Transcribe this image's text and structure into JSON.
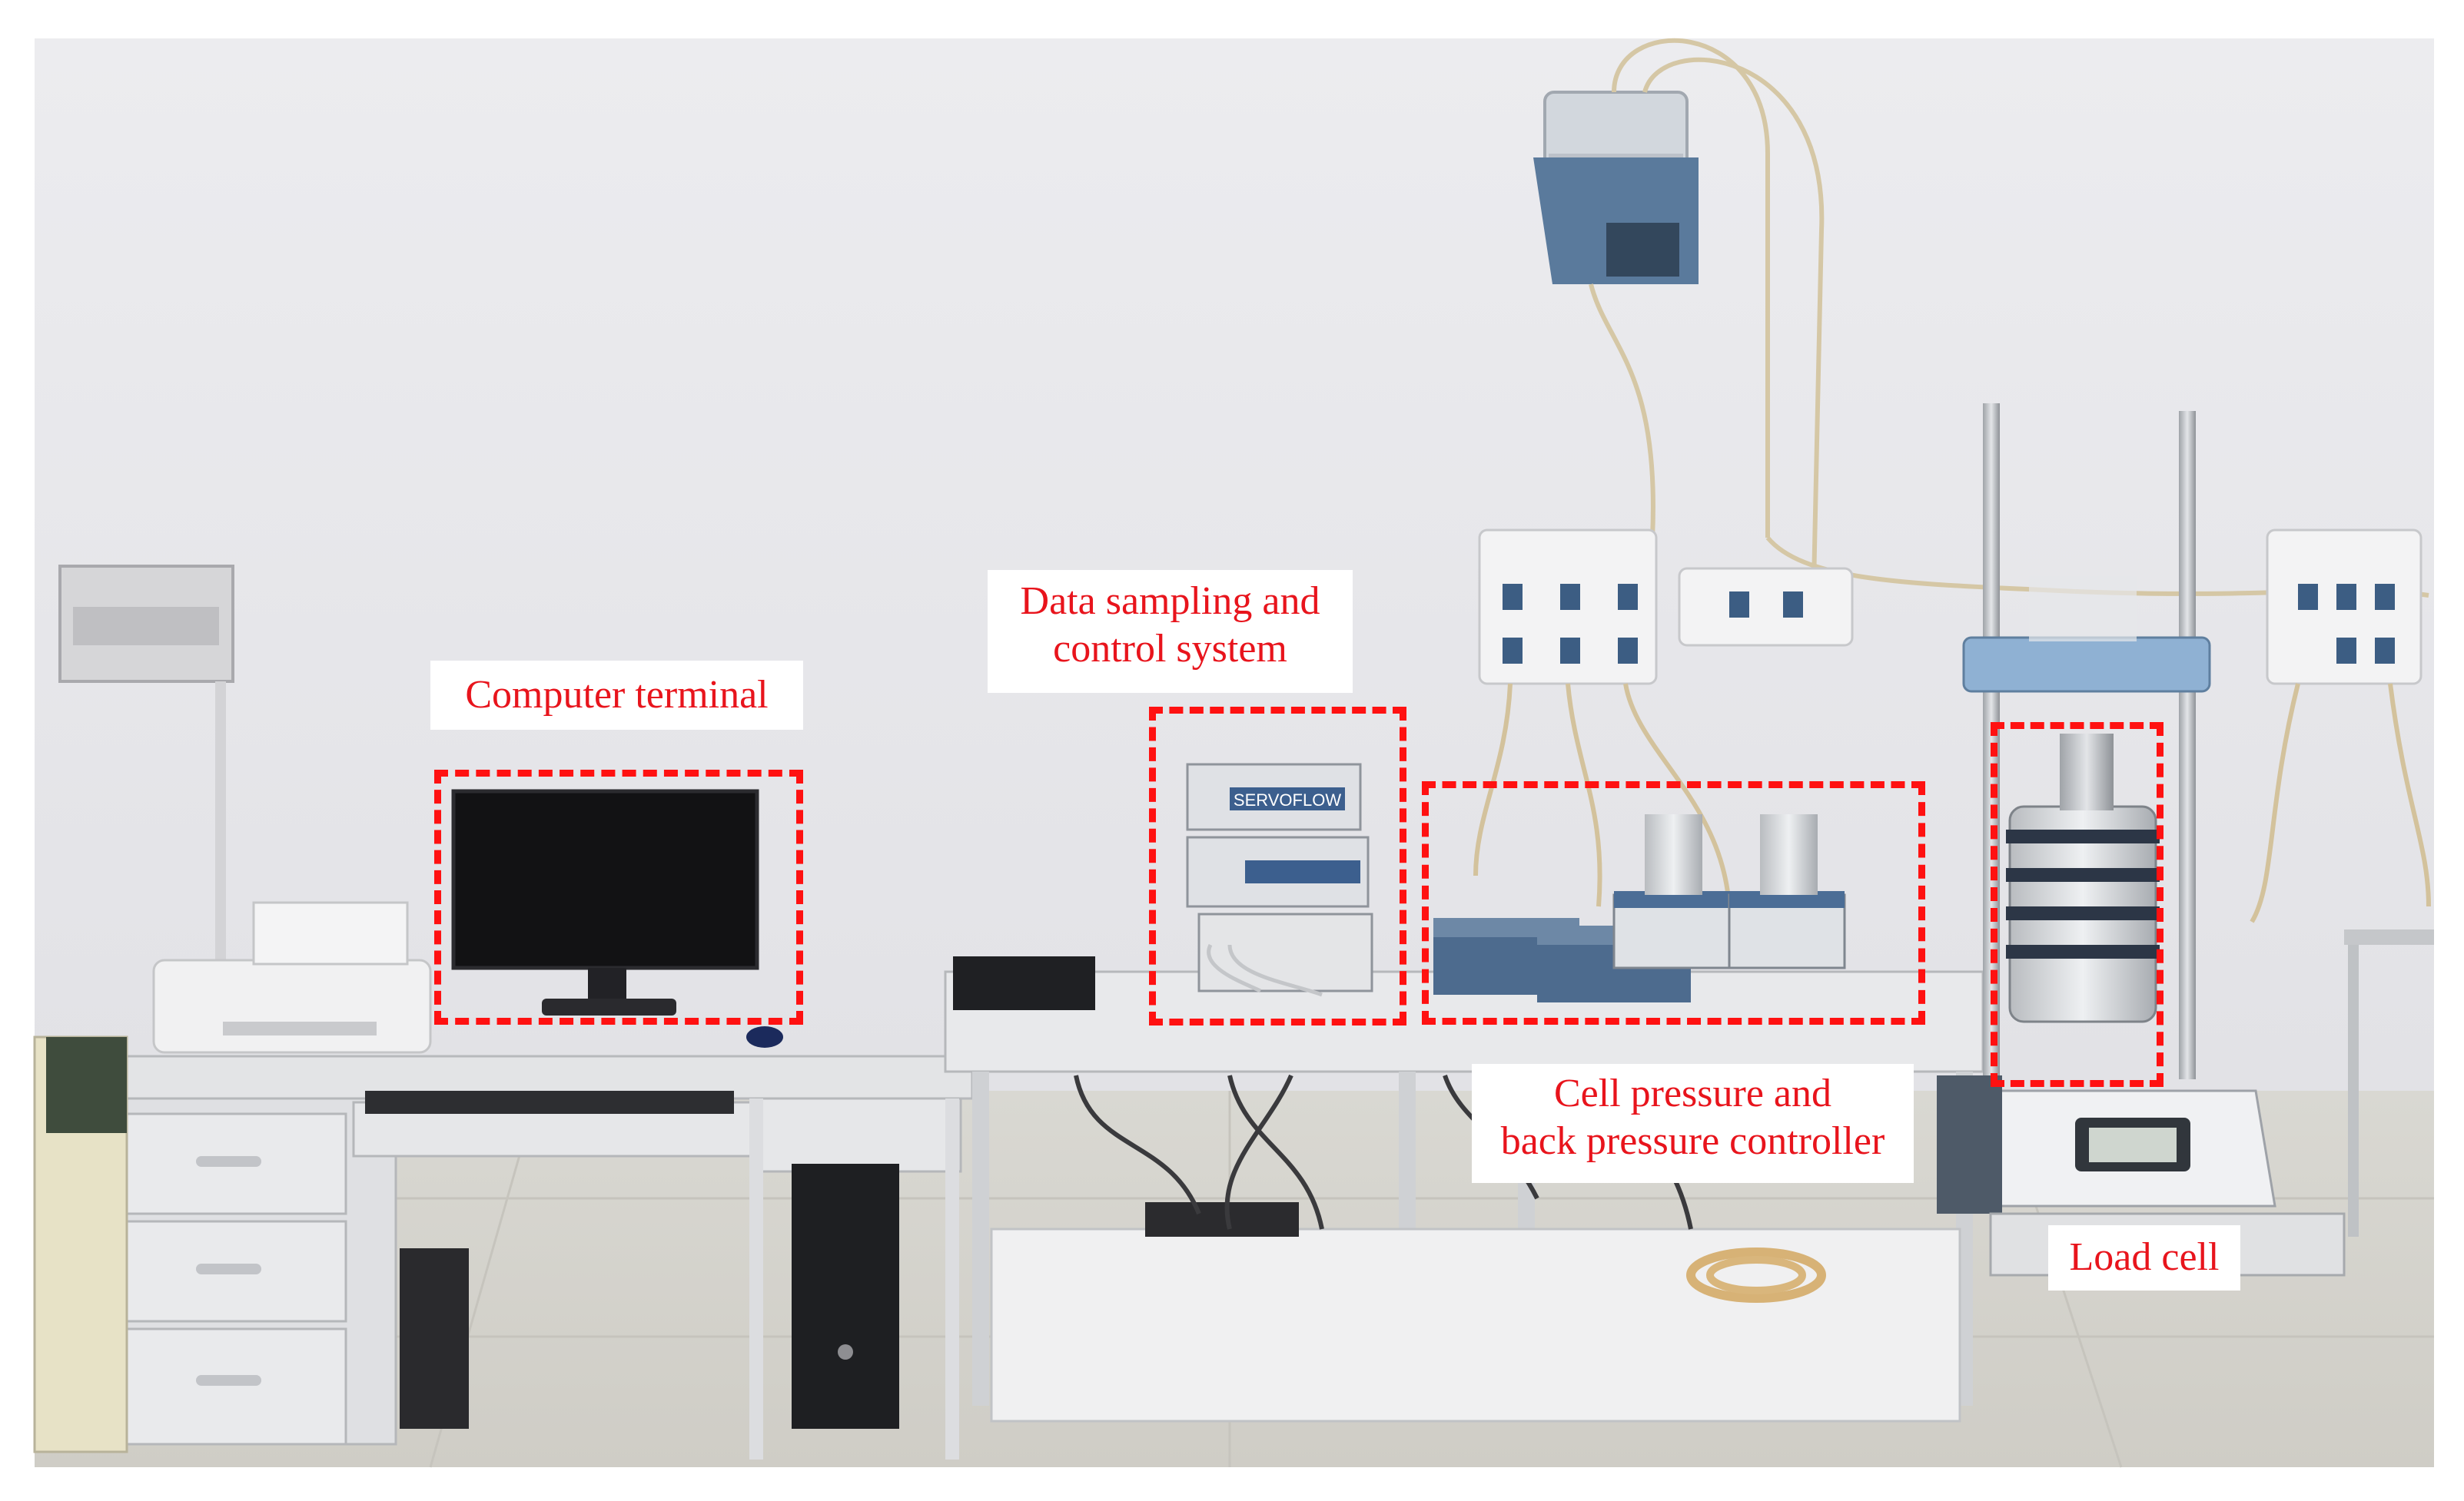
{
  "figure": {
    "description_free": true,
    "annotations": [
      {
        "id": "computer-terminal",
        "label": "Computer terminal"
      },
      {
        "id": "data-sampling",
        "label_line1": "Data sampling and",
        "label_line2": "control system"
      },
      {
        "id": "cell-pressure",
        "label_line1": "Cell pressure and",
        "label_line2": "back pressure controller"
      },
      {
        "id": "load-cell",
        "label": "Load cell"
      }
    ],
    "colors": {
      "annotation_red": "#ff1111",
      "annotation_text": "#e8141c",
      "wall": "#e9e9ec",
      "floor": "#d9d8d2"
    },
    "equipment_marks": {
      "servo_unit_text": "SERVOFLOW"
    }
  }
}
